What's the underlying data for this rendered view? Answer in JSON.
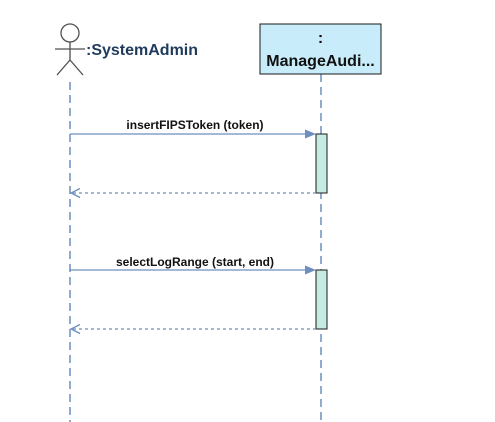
{
  "actor": {
    "label": ":SystemAdmin"
  },
  "object": {
    "colon": ":",
    "name": "ManageAudi..."
  },
  "messages": [
    {
      "label": "insertFIPSToken (token)"
    },
    {
      "label": "selectLogRange (start, end)"
    }
  ],
  "colors": {
    "lifeline": "#6d8fc0",
    "object_fill": "#c8ecfa",
    "activation_fill": "#c5ebe2"
  }
}
